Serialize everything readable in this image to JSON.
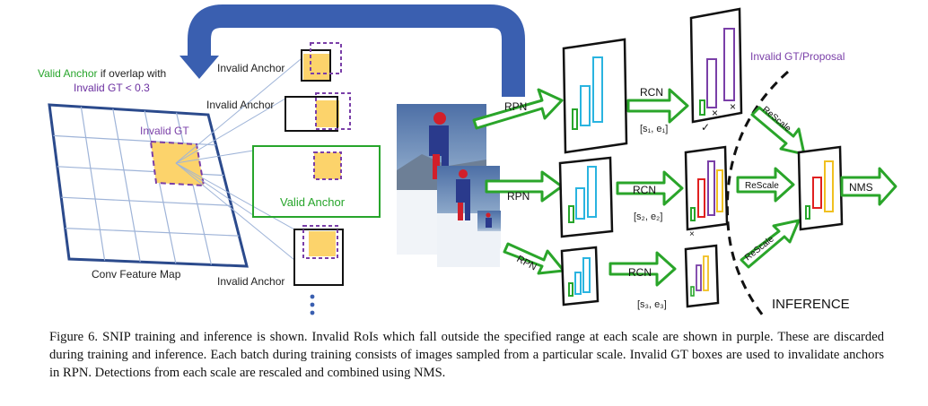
{
  "diagram": {
    "labels": {
      "valid_anchor_note_green": "Valid Anchor",
      "valid_anchor_note_rest": " if overlap with",
      "invalid_gt_note": "Invalid GT < 0.3",
      "invalid_anchor_1": "Invalid Anchor",
      "invalid_anchor_2": "Invalid Anchor",
      "invalid_anchor_3": "Invalid Anchor",
      "invalid_gt": "Invalid GT",
      "valid_anchor": "Valid Anchor",
      "conv_feature_map": "Conv Feature Map",
      "rpn_1": "RPN",
      "rpn_2": "RPN",
      "rpn_3": "RPN",
      "rcn_1": "RCN",
      "rcn_2": "RCN",
      "rcn_3": "RCN",
      "range_1": "[s₁, e₁]",
      "range_2": "[s₂, e₂]",
      "range_3": "[s₃, e₃]",
      "invalid_gt_proposal": "Invalid GT/Proposal",
      "rescale_1": "ReScale",
      "rescale_2": "ReScale",
      "rescale_3": "ReScale",
      "nms": "NMS",
      "inference": "INFERENCE",
      "cross_mark": "×",
      "check_mark": "✓"
    },
    "colors": {
      "grid_border": "#2b4a8c",
      "grid_line": "#9fb4d8",
      "gt_fill": "#fcd36b",
      "invalid": "#7a3fa8",
      "valid": "#27a52b",
      "arrow_green": "#2aa52a",
      "arrow_blue": "#3a5fb0",
      "cyan": "#2ab4e0",
      "red": "#e02020",
      "yellow": "#f0c020"
    }
  },
  "caption": {
    "text": "Figure 6. SNIP training and inference is shown. Invalid RoIs which fall outside the specified range at each scale are shown in purple. These are discarded during training and inference. Each batch during training consists of images sampled from a particular scale. Invalid GT boxes are used to invalidate anchors in RPN. Detections from each scale are rescaled and combined using NMS."
  }
}
